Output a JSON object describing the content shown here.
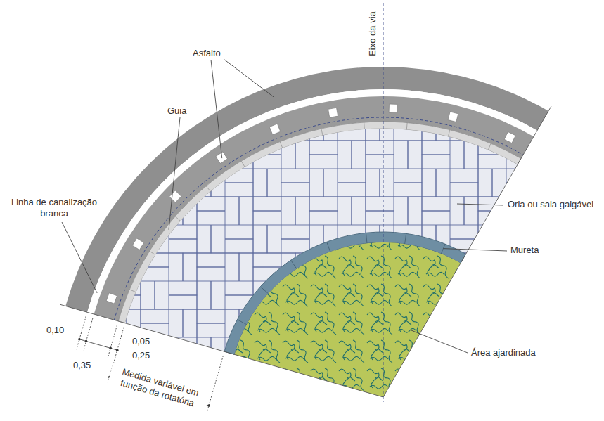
{
  "diagram": {
    "labels": [
      "Asfalto",
      "Eixo da via",
      "Guia",
      "Linha de canalização branca",
      "Orla ou saia galgável",
      "Mureta",
      "Área ajardinada",
      "0,10",
      "0,05",
      "0,25",
      "0,35",
      "Medida variável em função da rotatória"
    ]
  }
}
